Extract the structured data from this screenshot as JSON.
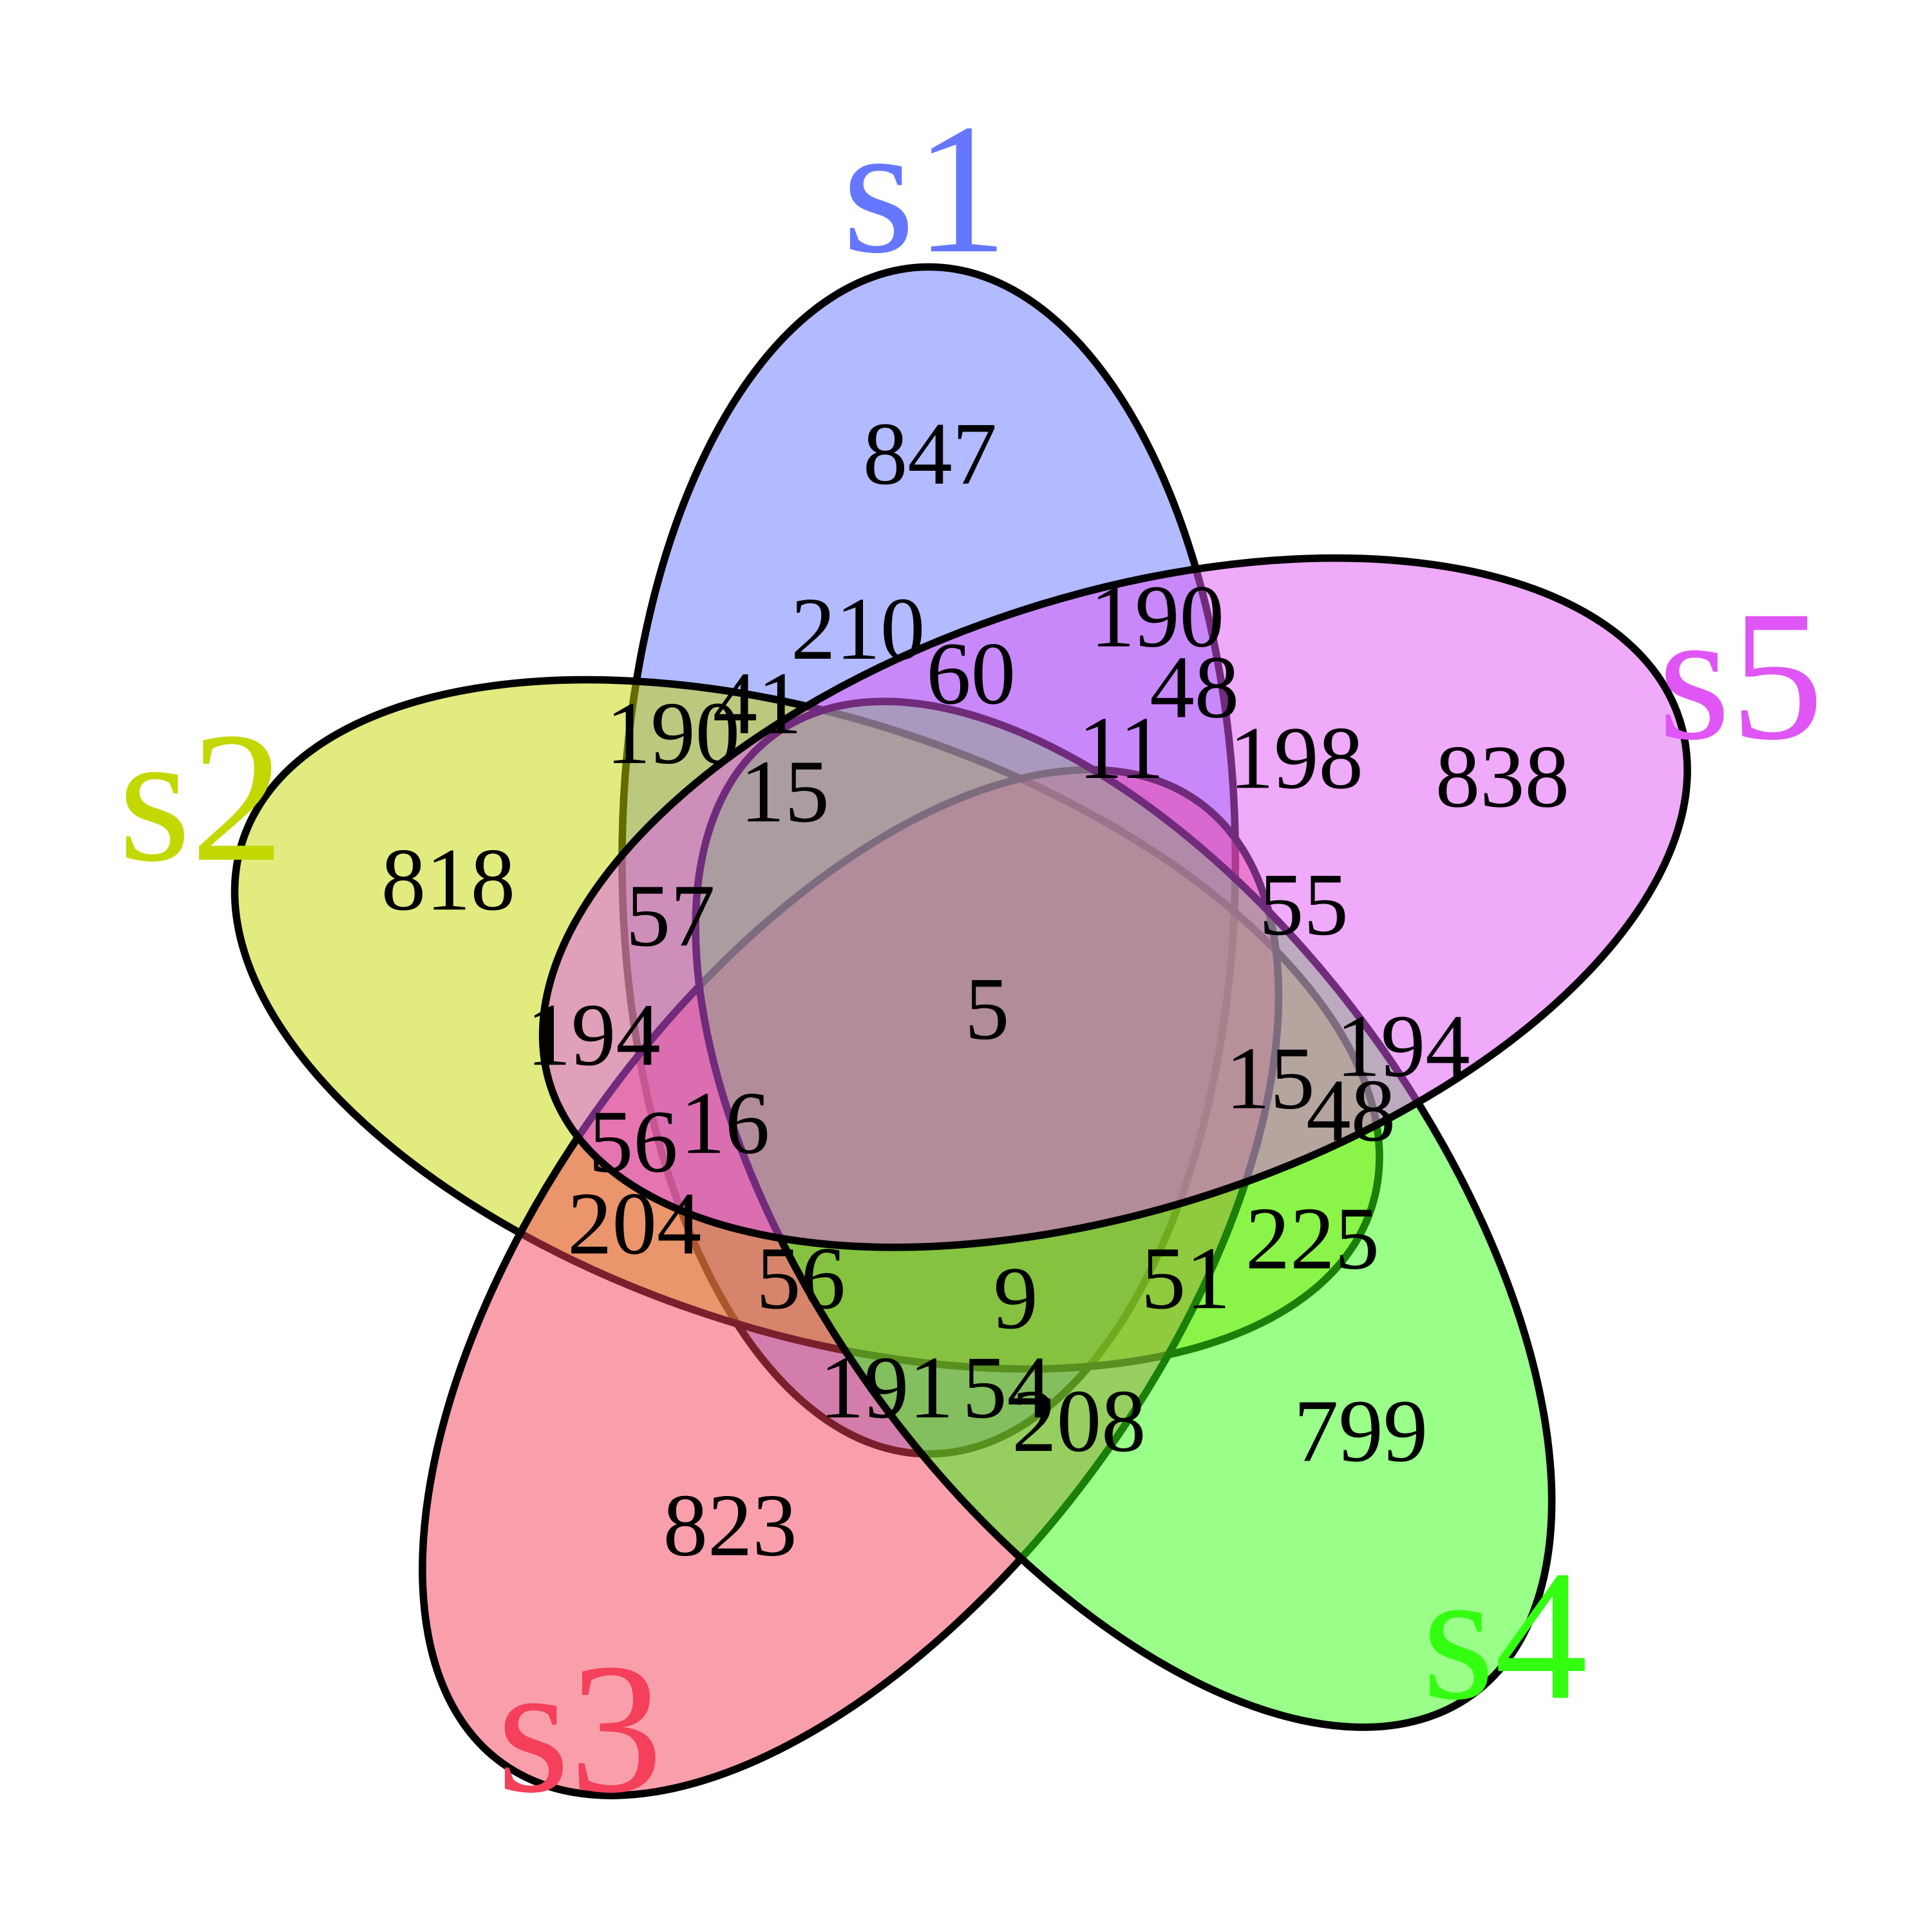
{
  "sets": [
    {
      "name": "s1",
      "color": "#6677FF"
    },
    {
      "name": "s2",
      "color": "#C3D800"
    },
    {
      "name": "s3",
      "color": "#F4405A"
    },
    {
      "name": "s4",
      "color": "#33FF11"
    },
    {
      "name": "s5",
      "color": "#E055F5"
    }
  ],
  "regions": [
    {
      "sets": [
        "s1"
      ],
      "count": "847"
    },
    {
      "sets": [
        "s2"
      ],
      "count": "818"
    },
    {
      "sets": [
        "s3"
      ],
      "count": "823"
    },
    {
      "sets": [
        "s4"
      ],
      "count": "799"
    },
    {
      "sets": [
        "s5"
      ],
      "count": "838"
    },
    {
      "sets": [
        "s1",
        "s4"
      ],
      "count": "210"
    },
    {
      "sets": [
        "s1",
        "s5"
      ],
      "count": "190"
    },
    {
      "sets": [
        "s1",
        "s2"
      ],
      "count": "190"
    },
    {
      "sets": [
        "s1",
        "s2",
        "s4"
      ],
      "count": "41"
    },
    {
      "sets": [
        "s1",
        "s4",
        "s5"
      ],
      "count": "60"
    },
    {
      "sets": [
        "s1",
        "s3",
        "s5"
      ],
      "count": "48"
    },
    {
      "sets": [
        "s1",
        "s3",
        "s4",
        "s5"
      ],
      "count": "11"
    },
    {
      "sets": [
        "s3",
        "s5"
      ],
      "count": "198"
    },
    {
      "sets": [
        "s1",
        "s2",
        "s4",
        "s5"
      ],
      "count": "15"
    },
    {
      "sets": [
        "s2",
        "s3"
      ],
      "count": "194"
    },
    {
      "sets": [
        "s1",
        "s2",
        "s3"
      ],
      "count": "57"
    },
    {
      "sets": [
        "s1",
        "s3",
        "s5"
      ],
      "count": "55"
    },
    {
      "sets": [
        "s4",
        "s5"
      ],
      "count": "194"
    },
    {
      "sets": [
        "s1",
        "s2",
        "s3",
        "s4",
        "s5"
      ],
      "count": "5"
    },
    {
      "sets": [
        "s1",
        "s2",
        "s3",
        "s5"
      ],
      "count": "15"
    },
    {
      "sets": [
        "s3",
        "s4",
        "s5"
      ],
      "count": "48"
    },
    {
      "sets": [
        "s2",
        "s3",
        "s4"
      ],
      "count": "56"
    },
    {
      "sets": [
        "s1",
        "s2",
        "s3"
      ],
      "count": "16"
    },
    {
      "sets": [
        "s2",
        "s4"
      ],
      "count": "204"
    },
    {
      "sets": [
        "s2",
        "s4",
        "s5"
      ],
      "count": "56"
    },
    {
      "sets": [
        "s2",
        "s3",
        "s4",
        "s5"
      ],
      "count": "9"
    },
    {
      "sets": [
        "s1",
        "s3",
        "s4"
      ],
      "count": "51"
    },
    {
      "sets": [
        "s3",
        "s4"
      ],
      "count": "225"
    },
    {
      "sets": [
        "s3",
        "s5"
      ],
      "count": "191"
    },
    {
      "sets": [
        "s3",
        "s4",
        "s5"
      ],
      "count": "54"
    },
    {
      "sets": [
        "s4",
        "s5"
      ],
      "count": "208"
    }
  ]
}
